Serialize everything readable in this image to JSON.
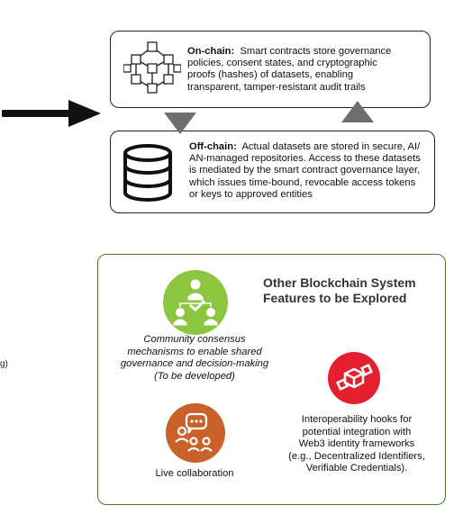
{
  "onchain": {
    "heading": "On-chain:",
    "lines": [
      "Smart contracts store governance",
      "policies, consent states, and cryptographic",
      "proofs (hashes) of datasets, enabling",
      "transparent, tamper-resistant audit trails"
    ]
  },
  "offchain": {
    "heading": "Off-chain:",
    "lines": [
      "Actual datasets are stored in secure, AI/",
      "AN-managed repositories. Access to these datasets",
      "is mediated by the smart contract governance layer,",
      "which issues time-bound, revocable access tokens",
      "or keys to approved entities"
    ]
  },
  "features": {
    "title_lines": [
      "Other Blockchain System",
      "Features to be Explored"
    ],
    "consensus_lines": [
      "Community consensus",
      "mechanisms to enable shared",
      "governance and decision-making",
      "(To be developed)"
    ],
    "interop_lines": [
      "Interoperability hooks for",
      "potential integration with",
      "Web3 identity frameworks",
      "(e.g., Decentralized Identifiers,",
      "Verifiable Credentials)."
    ],
    "live_label": "Live collaboration"
  },
  "edge_fragment": "g)",
  "colors": {
    "green": "#8cc63f",
    "red": "#e5202e",
    "orange": "#c8622a",
    "frame_green": "#4a7a2a",
    "arrow_gray": "#6e6e6e"
  },
  "icons": {
    "onchain": "blockchain-network-icon",
    "offchain": "database-icon",
    "consensus": "hierarchy-icon",
    "interop": "linked-blocks-icon",
    "live": "chat-people-icon"
  }
}
